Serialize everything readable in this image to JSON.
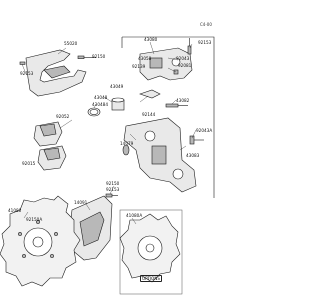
{
  "diagram": {
    "code": "C4-00",
    "labels": {
      "l55020": "55020",
      "l43080": "43080",
      "l92153_top": "92153",
      "l92150": "92150",
      "l92153_left": "92153",
      "l43058": "43058",
      "l92139": "92139",
      "l43049": "43049",
      "l92043": "92043",
      "l43048": "43048",
      "l430484": "430484",
      "l92081": "92081",
      "l43082": "43082",
      "l92144": "92144",
      "l92043a": "92043A",
      "l14079": "14079",
      "l43083": "43083",
      "l92052": "92052",
      "l92015": "92015",
      "l92150_b": "92150",
      "l41080": "41080",
      "l92150a": "92150A",
      "l14091": "14091",
      "l92153_bot": "92153",
      "l41080a": "41080A"
    },
    "option_label": "OPTIONS"
  },
  "colors": {
    "line": "#1a1a1a",
    "part_fill": "#e9e9e9",
    "part_dark": "#b8b8b8",
    "disc_fill": "#f2f2f2"
  }
}
